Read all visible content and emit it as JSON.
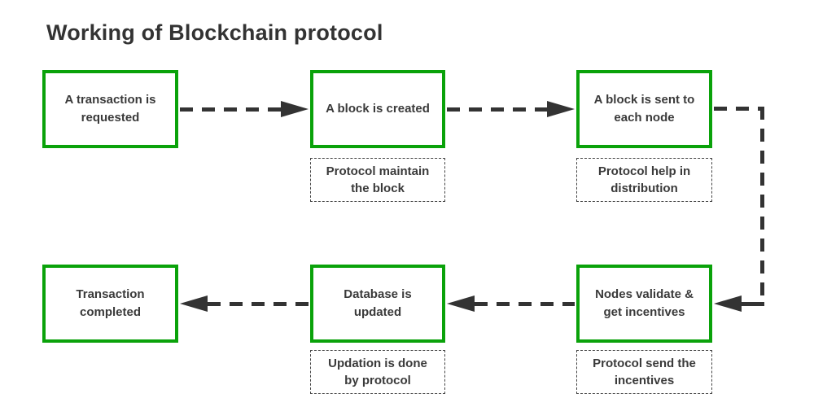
{
  "title": "Working of Blockchain protocol",
  "colors": {
    "box_border": "#0aa20a",
    "text": "#3a3a3a",
    "arrow": "#333333",
    "background": "#ffffff"
  },
  "flow": {
    "row1": [
      {
        "label": "A transaction is\nrequested"
      },
      {
        "label": "A block is created",
        "note": "Protocol maintain\nthe block"
      },
      {
        "label": "A block is sent to\neach node",
        "note": "Protocol help in\ndistribution"
      }
    ],
    "row2": [
      {
        "label": "Transaction\ncompleted"
      },
      {
        "label": "Database is\nupdated",
        "note": "Updation is done\nby protocol"
      },
      {
        "label": "Nodes validate &\nget incentives",
        "note": "Protocol send the\nincentives"
      }
    ]
  }
}
